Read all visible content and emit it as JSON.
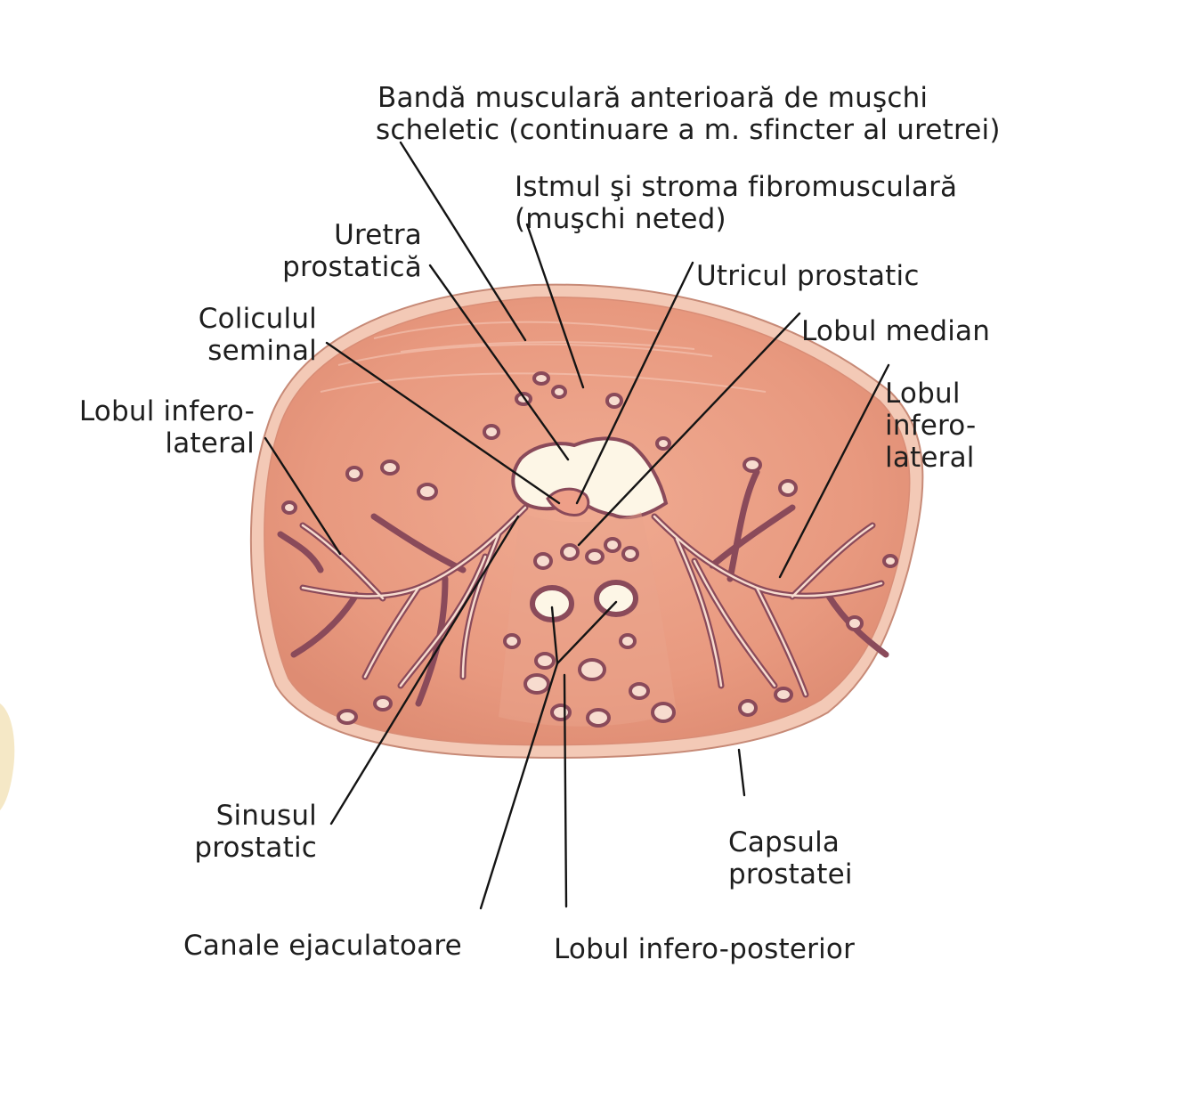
{
  "labels": {
    "banda": {
      "line1": "Bandă musculară anterioară de muşchi",
      "line2": "scheletic (continuare a m. sfincter al uretrei)"
    },
    "istmul": {
      "line1": "Istmul şi stroma fibromusculară",
      "line2": "(muşchi neted)"
    },
    "uretra": {
      "line1": "Uretra",
      "line2": "prostatică"
    },
    "utricul": {
      "line1": "Utricul prostatic"
    },
    "coliculul": {
      "line1": "Coliculul",
      "line2": "seminal"
    },
    "lobul_median": {
      "line1": "Lobul median"
    },
    "lobul_inferolateral_left": {
      "line1": "Lobul infero-",
      "line2": "lateral"
    },
    "lobul_inferolateral_right": {
      "line1": "Lobul",
      "line2": "infero-",
      "line3": "lateral"
    },
    "sinusul": {
      "line1": "Sinusul",
      "line2": "prostatic"
    },
    "capsula": {
      "line1": "Capsula",
      "line2": "prostatei"
    },
    "canale": {
      "line1": "Canale ejaculatoare"
    },
    "lobul_inferoposterior": {
      "line1": "Lobul infero-posterior"
    }
  },
  "colors": {
    "stroma": "#e89a80",
    "capsule": "#f3c9b6",
    "gland_wall": "#8a4a5a",
    "urethra_lumen": "#fdf6e6",
    "leader_lines": "#141414",
    "text": "#1e1e1e"
  }
}
